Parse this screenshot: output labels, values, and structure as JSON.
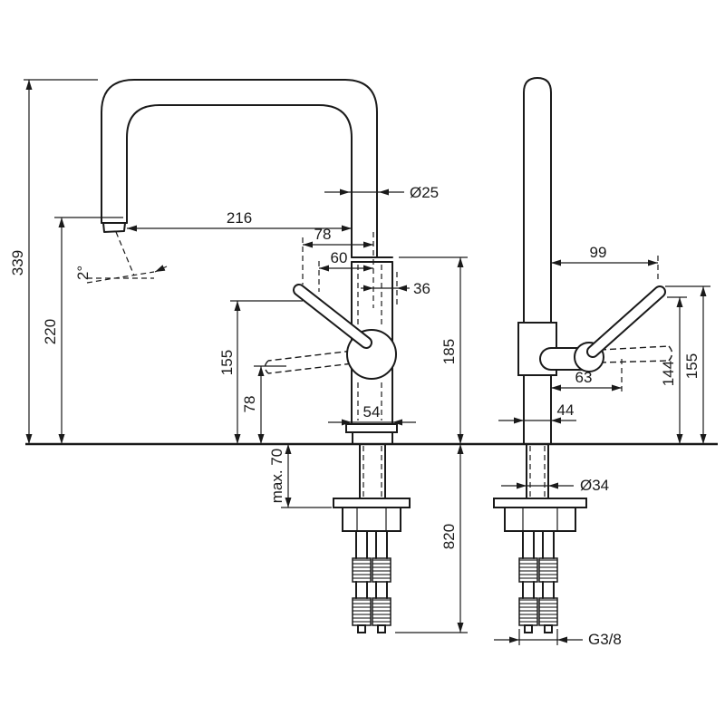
{
  "page": {
    "background": "#ffffff",
    "line_color": "#1a1a1a"
  },
  "drawing": {
    "type": "faucet-technical-drawing",
    "dimensions": {
      "front": {
        "total_height": "339",
        "spout_outlet_height": "220",
        "spout_angle": "2°",
        "spout_reach": "216",
        "offset_78": "78",
        "offset_60": "60",
        "offset_36": "36",
        "spout_diameter": "Ø25",
        "handle_height": "155",
        "handle_low_height": "78",
        "body_width": "54",
        "body_height": "185",
        "mounting_max": "max. 70",
        "hose_length": "820"
      },
      "side": {
        "handle_reach": "99",
        "handle_offset": "63",
        "handle_pivot_height": "144",
        "handle_tip_height": "155",
        "body_depth": "44",
        "base_diameter": "Ø34",
        "connection_thread": "G3/8"
      }
    }
  }
}
